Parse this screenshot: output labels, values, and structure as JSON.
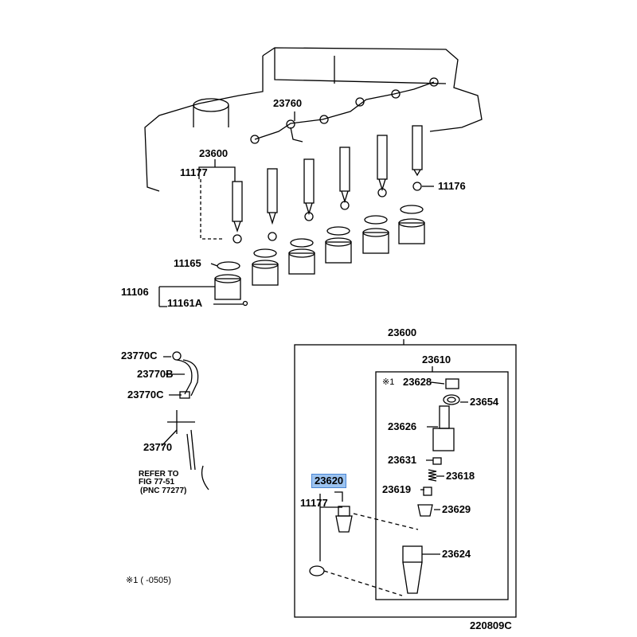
{
  "diagram": {
    "figure_code": "220809C",
    "highlight_color": "#9cc3f0",
    "engine_labels": {
      "fuel_pipe": "23760",
      "injector_assy": "23600",
      "gasket_top_left": "11177",
      "gasket_right": "11176",
      "seat": "11165",
      "holder": "11106",
      "pin": "11161A"
    },
    "hose_labels": {
      "clamp_top": "23770C",
      "hose": "23770B",
      "clamp_bottom": "23770C",
      "pipe": "23770",
      "refer_line1": "REFER TO",
      "refer_line2": "FIG 77-51",
      "refer_line3": "(PNC 77277)"
    },
    "detail_box": {
      "assy": "23600",
      "sub_assy": "23610",
      "note_mark": "※1",
      "parts": {
        "p23628": "23628",
        "p23654": "23654",
        "p23626": "23626",
        "p23631": "23631",
        "p23618": "23618",
        "p23619": "23619",
        "p23629": "23629",
        "p23624": "23624",
        "p23620": "23620",
        "p11177": "11177"
      }
    },
    "footnote": "※1 (      -0505)"
  }
}
